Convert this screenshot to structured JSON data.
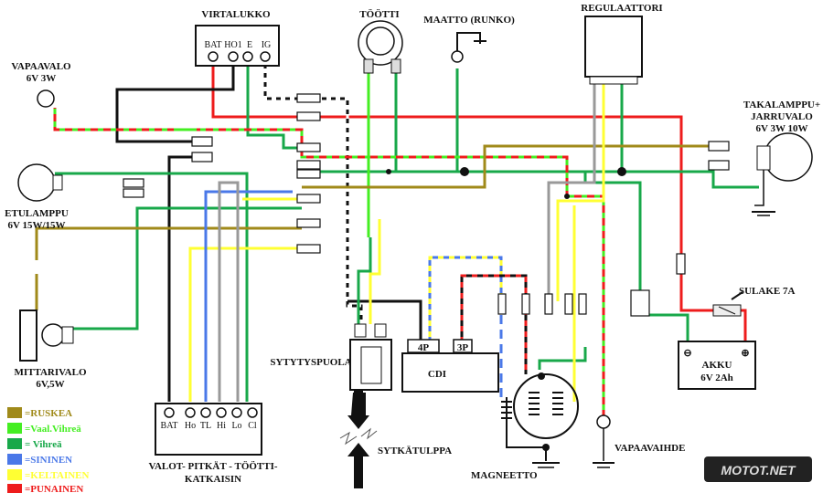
{
  "colors": {
    "brown": "#a08a1a",
    "light_green": "#44ee22",
    "green": "#18a84a",
    "blue": "#4a78e8",
    "yellow": "#ffff33",
    "red": "#ee1c1c",
    "black": "#111111"
  },
  "components": {
    "ignition_switch": {
      "title": "VIRTALUKKO",
      "terminals": [
        "BAT",
        "HO1",
        "E",
        "IG"
      ]
    },
    "horn": {
      "title": "TÖÖTTI"
    },
    "ground": {
      "title": "MAATTO (RUNKO)"
    },
    "regulator": {
      "title": "REGULAATTORI"
    },
    "tail_light": {
      "line1": "TAKALAMPPU+",
      "line2": "JARRUVALO",
      "line3": "6V  3W  10W"
    },
    "neutral_light": {
      "line1": "VAPAAVALO",
      "line2": "6V 3W"
    },
    "headlight": {
      "line1": "ETULAMPPU",
      "line2": "6V 15W/15W"
    },
    "meter_light": {
      "line1": "MITTARIVALO",
      "line2": "6V,5W"
    },
    "light_switch": {
      "terminals": [
        "BAT",
        "Ho",
        "TL",
        "Hi",
        "Lo",
        "Cl"
      ],
      "line1": "VALOT- PITKÄT - TÖÖTTI-",
      "line2": "KATKAISIN"
    },
    "ignition_coil": {
      "title": "SYTYTYSPUOLA"
    },
    "cdi": {
      "title": "CDI",
      "connector_4p": "4P",
      "connector_3p": "3P"
    },
    "spark_plug": {
      "title": "SYTKÄTULPPA"
    },
    "magneto": {
      "title": "MAGNEETTO"
    },
    "neutral_switch": {
      "title": "VAPAAVAIHDE"
    },
    "fuse": {
      "title": "SULAKE 7A"
    },
    "battery": {
      "title": "AKKU",
      "spec": "6V  2Ah",
      "minus": "⊖",
      "plus": "⊕"
    }
  },
  "legend": [
    {
      "label": "=RUSKEA",
      "color": "#a08a1a"
    },
    {
      "label": "=Vaal.Vihreä",
      "color": "#44ee22"
    },
    {
      "label": "=  Vihreä",
      "color": "#18a84a"
    },
    {
      "label": "=SININEN",
      "color": "#4a78e8"
    },
    {
      "label": "=KELTAINEN",
      "color": "#ffff33"
    },
    {
      "label": "=PUNAINEN",
      "color": "#ee1c1c"
    }
  ],
  "logo": {
    "text": "MOTOT.NET"
  }
}
